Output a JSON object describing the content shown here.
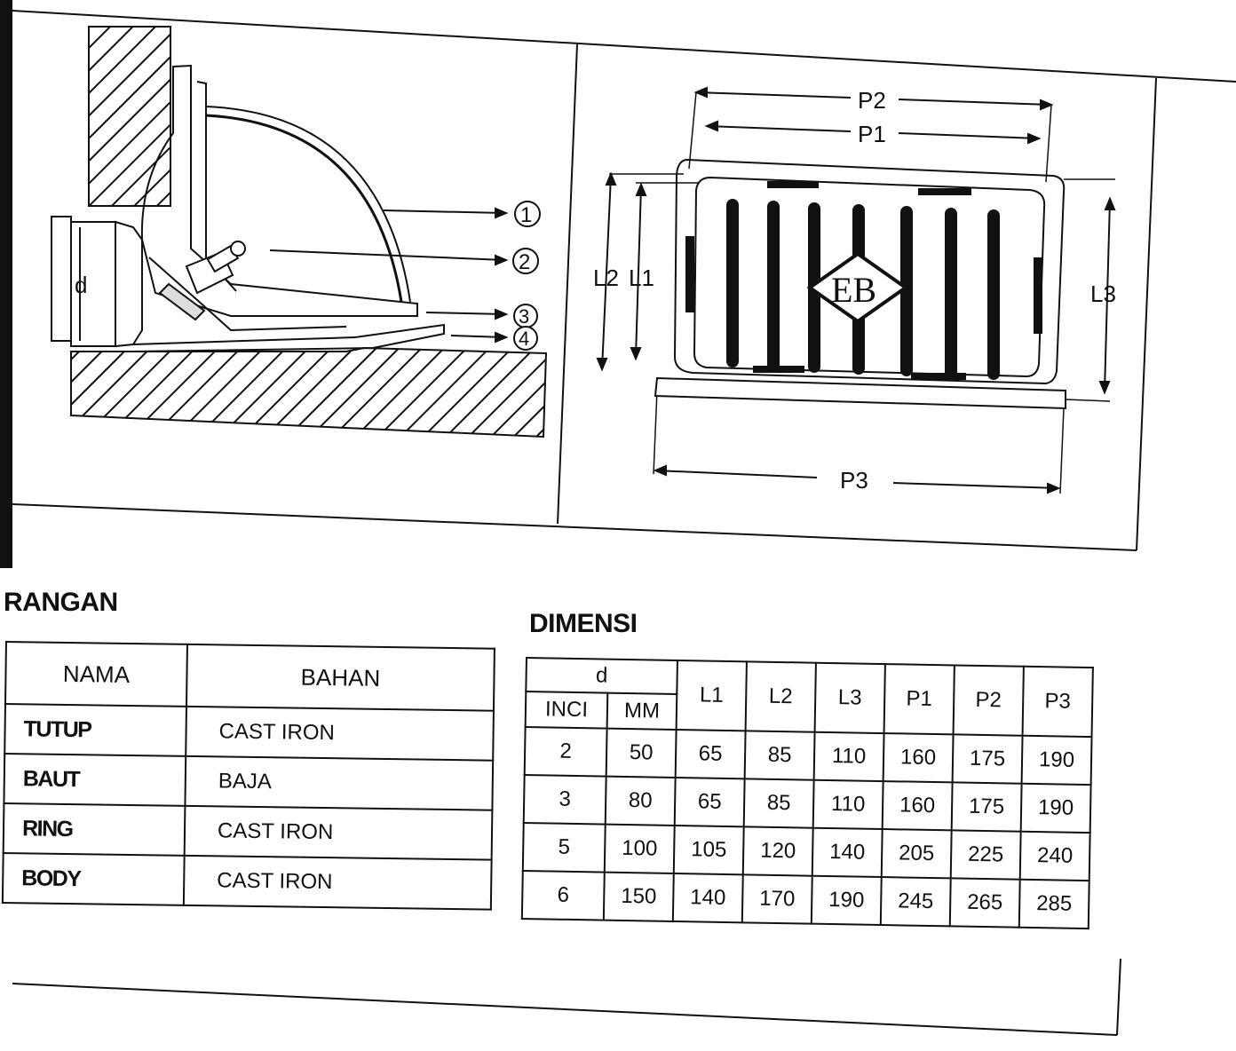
{
  "section_detail": {
    "callouts": [
      "1",
      "2",
      "3",
      "4"
    ],
    "diameter_label": "d"
  },
  "section_plan": {
    "dimension_labels": {
      "p1": "P1",
      "p2": "P2",
      "p3": "P3",
      "l1": "L1",
      "l2": "L2",
      "l3": "L3"
    },
    "logo_text": "EB"
  },
  "materials": {
    "title": "RANGAN",
    "headers": [
      "NAMA",
      "BAHAN"
    ],
    "rows": [
      {
        "nama": "TUTUP",
        "bahan": "CAST IRON"
      },
      {
        "nama": "BAUT",
        "bahan": "BAJA"
      },
      {
        "nama": "RING",
        "bahan": "CAST IRON"
      },
      {
        "nama": "BODY",
        "bahan": "CAST IRON"
      }
    ]
  },
  "dimensions": {
    "title": "DIMENSI",
    "group_header": "d",
    "sub_headers": [
      "INCI",
      "MM"
    ],
    "headers": [
      "L1",
      "L2",
      "L3",
      "P1",
      "P2",
      "P3"
    ],
    "rows": [
      [
        "2",
        "50",
        "65",
        "85",
        "110",
        "160",
        "175",
        "190"
      ],
      [
        "3",
        "80",
        "65",
        "85",
        "110",
        "160",
        "175",
        "190"
      ],
      [
        "5",
        "100",
        "105",
        "120",
        "140",
        "205",
        "225",
        "240"
      ],
      [
        "6",
        "150",
        "140",
        "170",
        "190",
        "245",
        "265",
        "285"
      ]
    ]
  }
}
